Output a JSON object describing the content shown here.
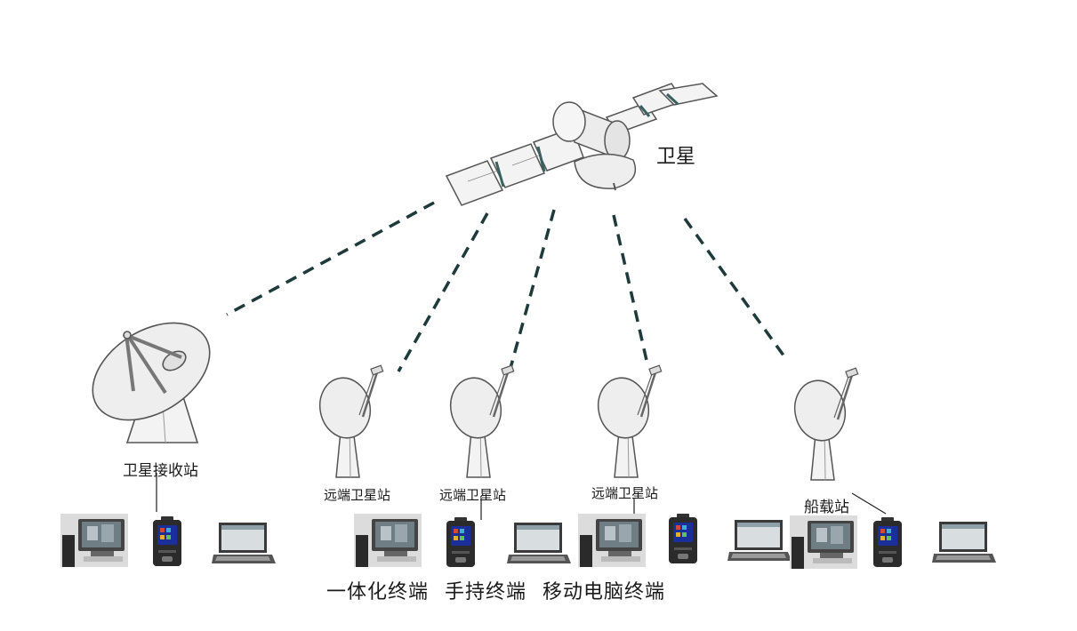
{
  "satellite": {
    "label": "卫星"
  },
  "stations": [
    {
      "label": "卫星接收站"
    },
    {
      "label": "远端卫星站"
    },
    {
      "label": "远端卫星站"
    },
    {
      "label": "远端卫星站"
    },
    {
      "label": "船载站"
    }
  ],
  "terminals": {
    "integrated_label": "一体化终端",
    "handheld_label": "手持终端",
    "laptop_label": "移动电脑终端"
  },
  "colors": {
    "link": "#1e3a3a",
    "outline": "#555555",
    "fill": "#f3f3f3"
  }
}
